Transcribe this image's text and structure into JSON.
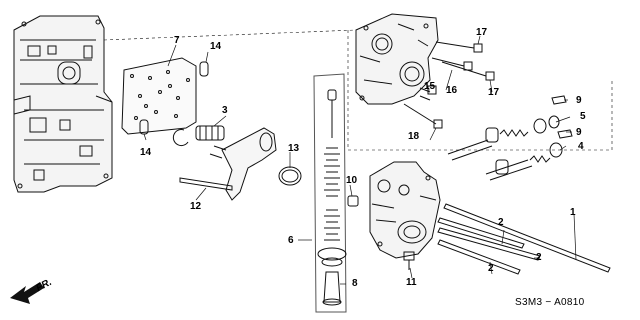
{
  "diagram": {
    "callouts": {
      "p1": "1",
      "p2a": "2",
      "p2b": "2",
      "p2c": "2",
      "p3": "3",
      "p4": "4",
      "p5": "5",
      "p6": "6",
      "p7": "7",
      "p8": "8",
      "p9a": "9",
      "p9b": "9",
      "p10": "10",
      "p11": "11",
      "p12": "12",
      "p13": "13",
      "p14a": "14",
      "p14b": "14",
      "p15": "15",
      "p16": "16",
      "p17a": "17",
      "p17b": "17",
      "p18": "18"
    },
    "diagram_code": "S3M3 − A0810",
    "front_label": "FR."
  }
}
